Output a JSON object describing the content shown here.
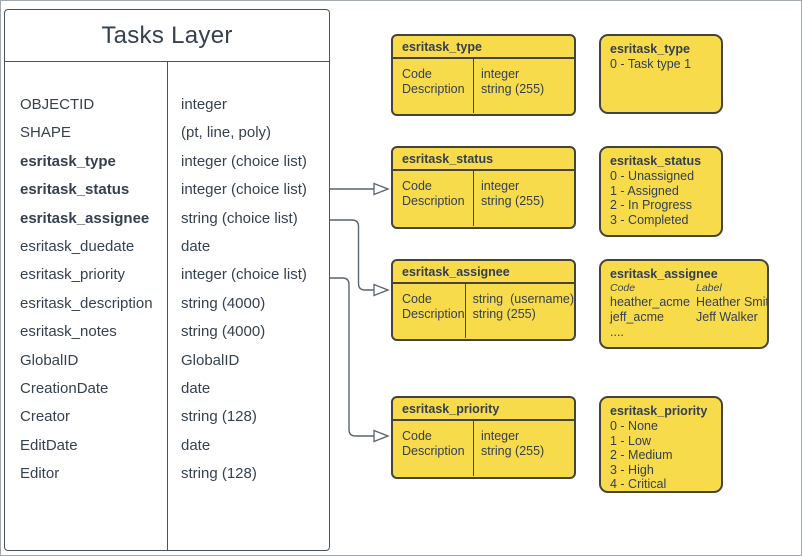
{
  "panel": {
    "title": "Tasks Layer",
    "fields": [
      {
        "label": "OBJECTID"
      },
      {
        "label": "SHAPE"
      },
      {
        "label": "esritask_type",
        "bold": true
      },
      {
        "label": "esritask_status",
        "bold": true
      },
      {
        "label": "esritask_assignee",
        "bold": true
      },
      {
        "label": "esritask_duedate"
      },
      {
        "label": "esritask_priority"
      },
      {
        "label": "esritask_description"
      },
      {
        "label": "esritask_notes"
      },
      {
        "label": "GlobalID"
      },
      {
        "label": "CreationDate"
      },
      {
        "label": "Creator"
      },
      {
        "label": "EditDate"
      },
      {
        "label": "Editor"
      }
    ],
    "types": [
      {
        "label": "integer"
      },
      {
        "label": "(pt, line, poly)"
      },
      {
        "label": "integer (choice list)"
      },
      {
        "label": "integer (choice list)"
      },
      {
        "label": "string (choice list)"
      },
      {
        "label": "date"
      },
      {
        "label": "integer (choice list)"
      },
      {
        "label": "string (4000)"
      },
      {
        "label": "string (4000)"
      },
      {
        "label": "GlobalID"
      },
      {
        "label": "date"
      },
      {
        "label": "string (128)"
      },
      {
        "label": "date"
      },
      {
        "label": "string (128)"
      }
    ]
  },
  "attr_tables": [
    {
      "title": "esritask_type",
      "fields": [
        "Code",
        "Description"
      ],
      "types": [
        "integer",
        "string (255)"
      ]
    },
    {
      "title": "esritask_status",
      "fields": [
        "Code",
        "Description"
      ],
      "types": [
        "integer",
        "string (255)"
      ]
    },
    {
      "title": "esritask_assignee",
      "fields": [
        "Code",
        "Description"
      ],
      "types": [
        "string  (username)",
        "string (255)"
      ]
    },
    {
      "title": "esritask_priority",
      "fields": [
        "Code",
        "Description"
      ],
      "types": [
        "integer",
        "string (255)"
      ]
    }
  ],
  "domain_boxes": {
    "type": {
      "title": "esritask_type",
      "items": [
        "0 - Task type 1"
      ]
    },
    "status": {
      "title": "esritask_status",
      "items": [
        "0 - Unassigned",
        "1 - Assigned",
        "2 - In Progress",
        "3 - Completed"
      ]
    },
    "assignee": {
      "title": "esritask_assignee",
      "col_headers": [
        "Code",
        "Label"
      ],
      "rows": [
        {
          "code": "heather_acme",
          "label": "Heather Smith"
        },
        {
          "code": "jeff_acme",
          "label": "Jeff Walker"
        }
      ],
      "ellipsis": "...."
    },
    "priority": {
      "title": "esritask_priority",
      "items": [
        "0 - None",
        "1 - Low",
        "2 - Medium",
        "3 - High",
        "4 - Critical"
      ]
    }
  },
  "colors": {
    "node_fill": "#f8db4b",
    "node_border": "#45443a",
    "panel_border": "#4a5362",
    "text": "#36414f",
    "connector": "#5a646e"
  }
}
